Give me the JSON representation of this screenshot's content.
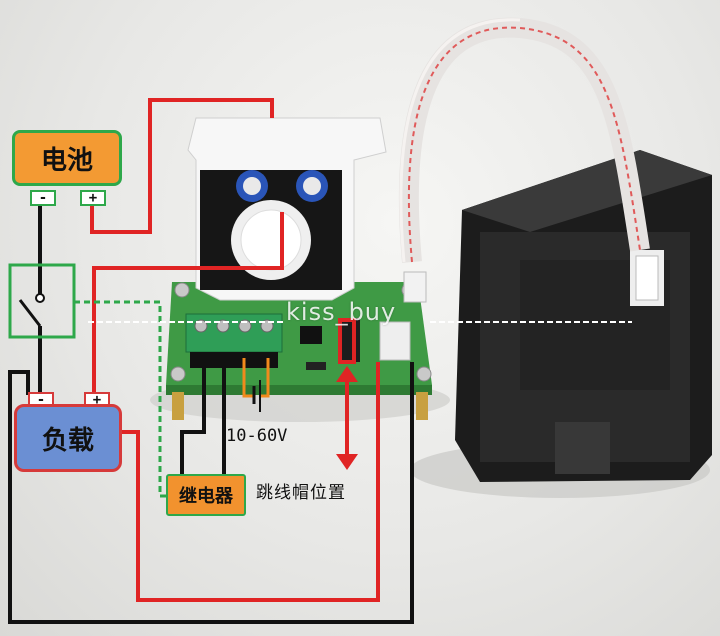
{
  "labels": {
    "battery": "电池",
    "load": "负载",
    "relay": "继电器",
    "voltage_range": "10-60V",
    "jumper_position": "跳线帽位置",
    "minus": "-",
    "plus": "+"
  },
  "watermark": "kiss_buy",
  "colors": {
    "battery_fill": "#f39a33",
    "load_fill": "#6b8fd3",
    "relay_fill": "#f2922e",
    "wire_red": "#e02424",
    "wire_black": "#111111",
    "wire_green_dashed": "#2ea84a",
    "wire_orange": "#f08a1c",
    "pcb_green": "#3f9a45",
    "display_case": "#2a2a2a"
  }
}
